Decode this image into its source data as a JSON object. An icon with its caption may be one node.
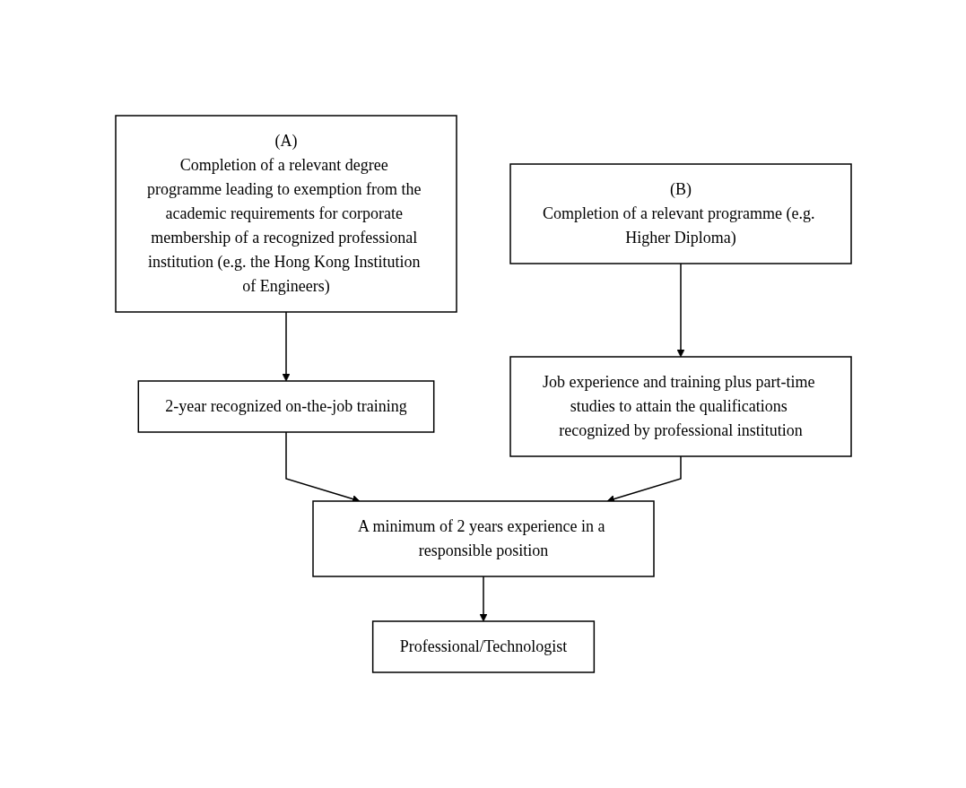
{
  "diagram": {
    "nodes": [
      {
        "text": [
          "(A)",
          "Completion of a relevant degree programme leading to exemption from the academic requirements for corporate membership of a recognized professional institution (e.g. the Hong Kong Institution of Engineers)"
        ]
      },
      {
        "text": [
          "(B)",
          "Completion of a relevant programme (e.g. Higher Diploma)"
        ]
      },
      {
        "text": [
          "2-year recognized on-the-job training"
        ]
      },
      {
        "text": [
          "Job experience and training plus part-time studies to attain the qualifications recognized by professional institution"
        ]
      },
      {
        "text": [
          "A minimum of 2 years experience in a responsible position"
        ]
      },
      {
        "text": [
          "Professional/Technologist"
        ]
      }
    ],
    "edges": [
      {
        "from": 0,
        "to": 2,
        "arrow": "to"
      },
      {
        "from": 1,
        "to": 3,
        "arrow": "to"
      },
      {
        "from": 2,
        "to": 4,
        "arrow": "to"
      },
      {
        "from": 3,
        "to": 4,
        "arrow": "to"
      },
      {
        "from": 4,
        "to": 5,
        "arrow": "to"
      }
    ]
  }
}
